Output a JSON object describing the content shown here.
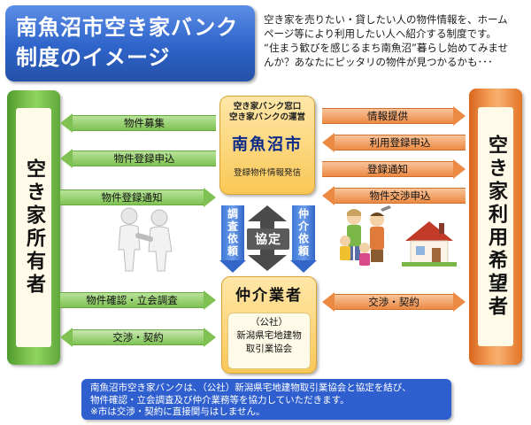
{
  "title": {
    "line1": "南魚沼市空き家バンク",
    "line2": "制度のイメージ"
  },
  "intro": {
    "line1": "空き家を売りたい・貸したい人の物件情報を、ホーム",
    "line2": "ページ等により利用したい人へ紹介する制度です。",
    "line3": "“住まう歓びを感じるまち南魚沼”暮らし始めてみませ",
    "line4": "んか？あなたにピッタリの物件が見つかるかも･･･"
  },
  "owner": {
    "label": "空き家所有者"
  },
  "user": {
    "label": "空き家利用希望者"
  },
  "left_arrows": [
    {
      "label": "物件募集"
    },
    {
      "label": "物件登録申込"
    },
    {
      "label": "物件登録通知"
    },
    {
      "label": "物件確認・立会調査"
    },
    {
      "label": "交渉・契約"
    }
  ],
  "right_arrows": [
    {
      "label": "情報提供"
    },
    {
      "label": "利用登録申込"
    },
    {
      "label": "登録通知"
    },
    {
      "label": "物件交渉申込"
    },
    {
      "label": "交渉・契約"
    }
  ],
  "city_box": {
    "line1": "空き家バンク窓口",
    "line2": "空き家バンクの運営",
    "name": "南魚沼市",
    "sub": "登録物件情報発信"
  },
  "vertical_arrows": {
    "left": "調査依頼",
    "right": "仲介依頼",
    "center": "協定"
  },
  "agent_box": {
    "title": "仲介業者",
    "line1": "（公社）",
    "line2": "新潟県宅地建物",
    "line3": "取引業協会"
  },
  "note": {
    "line1": "南魚沼市空き家バンクは、（公社）新潟県宅地建物取引業協会と協定を結び、",
    "line2": "物件確認・立会調査及び仲介業務等を協力していただきます。",
    "line3": "※市は交渉・契約に直接関与はしません。"
  },
  "colors": {
    "title_blue": "#2e63c9",
    "owner_green": "#7cc24e",
    "user_orange": "#f5a05a",
    "center_yellow": "#f9c856",
    "arrow_blue": "#3d78d8"
  }
}
